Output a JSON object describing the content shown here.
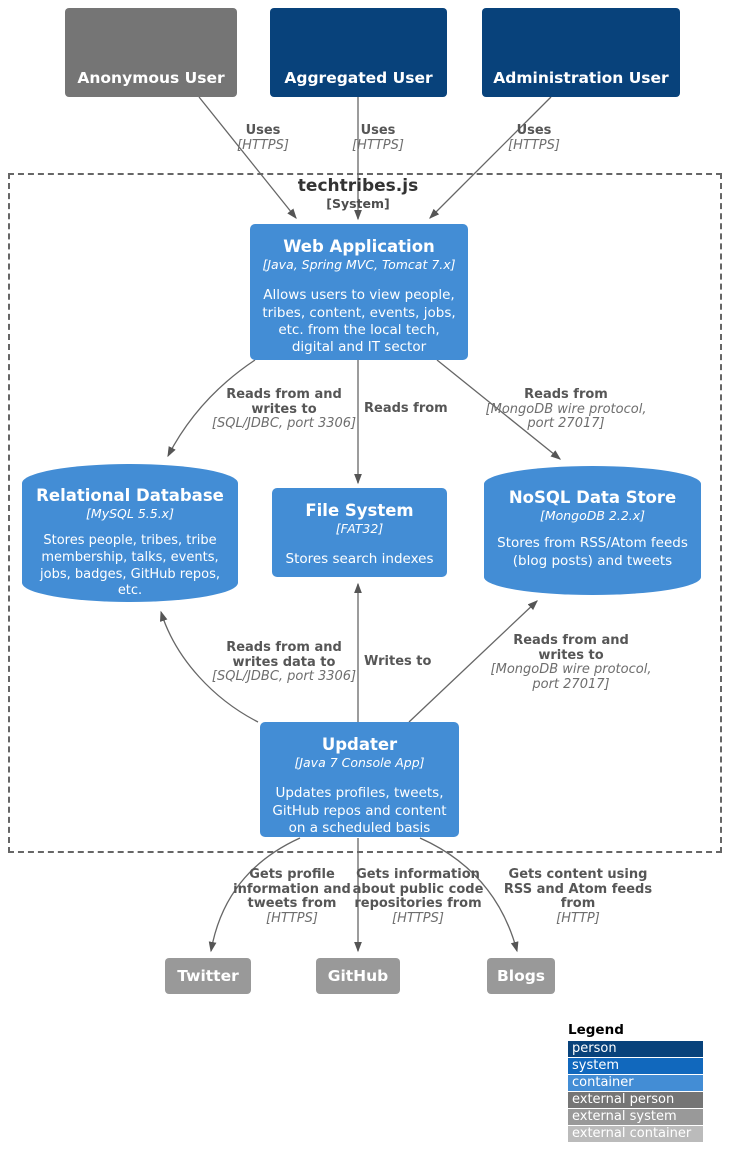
{
  "boundary": {
    "title": "techtribes.js",
    "subtitle": "[System]"
  },
  "persons": [
    {
      "label": "Anonymous User"
    },
    {
      "label": "Aggregated User"
    },
    {
      "label": "Administration User"
    }
  ],
  "containers": {
    "web_application": {
      "title": "Web Application",
      "tech": "[Java, Spring MVC, Tomcat 7.x]",
      "description": "Allows users to view people, tribes, content, events, jobs, etc. from the local tech, digital and IT sector"
    },
    "relational_database": {
      "title": "Relational Database",
      "tech": "[MySQL 5.5.x]",
      "description": "Stores people, tribes, tribe membership, talks, events, jobs, badges, GitHub repos, etc."
    },
    "file_system": {
      "title": "File System",
      "tech": "[FAT32]",
      "description": "Stores search indexes"
    },
    "nosql_data_store": {
      "title": "NoSQL Data Store",
      "tech": "[MongoDB 2.2.x]",
      "description": "Stores from RSS/Atom feeds (blog posts) and tweets"
    },
    "updater": {
      "title": "Updater",
      "tech": "[Java 7 Console App]",
      "description": "Updates profiles, tweets, GitHub repos and content on a scheduled basis"
    }
  },
  "external_systems": [
    {
      "label": "Twitter"
    },
    {
      "label": "GitHub"
    },
    {
      "label": "Blogs"
    }
  ],
  "relationships": {
    "uses1": {
      "lines": [
        "Uses"
      ],
      "tech": [
        "[HTTPS]"
      ]
    },
    "uses2": {
      "lines": [
        "Uses"
      ],
      "tech": [
        "[HTTPS]"
      ]
    },
    "uses3": {
      "lines": [
        "Uses"
      ],
      "tech": [
        "[HTTPS]"
      ]
    },
    "web_to_reldb": {
      "lines": [
        "Reads from and",
        "writes to"
      ],
      "tech": [
        "[SQL/JDBC, port 3306]"
      ]
    },
    "web_to_fs": {
      "lines": [
        "Reads from"
      ],
      "tech": []
    },
    "web_to_nosql": {
      "lines": [
        "Reads from"
      ],
      "tech": [
        "[MongoDB wire protocol,",
        "port 27017]"
      ]
    },
    "upd_to_reldb": {
      "lines": [
        "Reads from and",
        "writes data to"
      ],
      "tech": [
        "[SQL/JDBC, port 3306]"
      ]
    },
    "upd_to_fs": {
      "lines": [
        "Writes to"
      ],
      "tech": []
    },
    "upd_to_nosql": {
      "lines": [
        "Reads from and",
        "writes to"
      ],
      "tech": [
        "[MongoDB wire protocol,",
        "port 27017]"
      ]
    },
    "upd_to_twitter": {
      "lines": [
        "Gets profile",
        "information and",
        "tweets from"
      ],
      "tech": [
        "[HTTPS]"
      ]
    },
    "upd_to_github": {
      "lines": [
        "Gets information",
        "about public code",
        "repositories from"
      ],
      "tech": [
        "[HTTPS]"
      ]
    },
    "upd_to_blogs": {
      "lines": [
        "Gets content using",
        "RSS and Atom feeds",
        "from"
      ],
      "tech": [
        "[HTTP]"
      ]
    }
  },
  "legend": {
    "title": "Legend",
    "items": [
      {
        "label": "person",
        "color": "#08427B"
      },
      {
        "label": "system",
        "color": "#1168BD"
      },
      {
        "label": "container",
        "color": "#438DD5"
      },
      {
        "label": "external person",
        "color": "#757575"
      },
      {
        "label": "external system",
        "color": "#999999"
      },
      {
        "label": "external container",
        "color": "#BBBBBB"
      }
    ]
  },
  "palette": {
    "person": "#08427B",
    "system": "#1168BD",
    "container": "#438DD5",
    "external_person": "#757575",
    "external_system": "#999999",
    "external_container": "#BBBBBB",
    "arrow": "#666666",
    "label_text": "#565656",
    "label_tech_text": "#6E6E6E"
  }
}
